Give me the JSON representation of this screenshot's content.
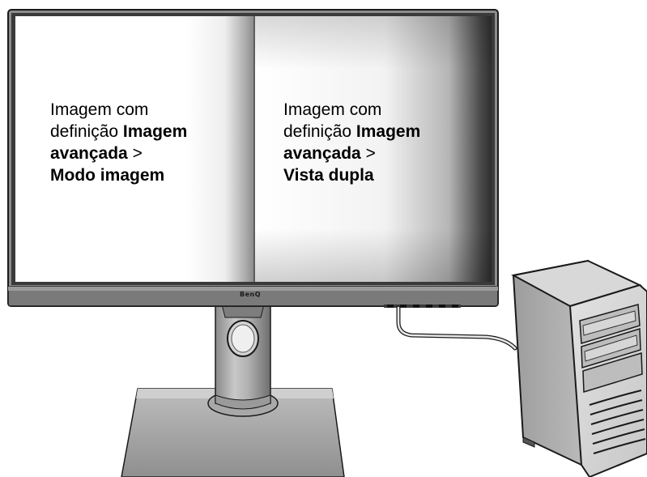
{
  "monitor": {
    "brand": "BenQ"
  },
  "left_panel": {
    "line1": "Imagem com",
    "line2_prefix": "definição ",
    "line2_bold": "Imagem",
    "line3_bold": "avançada",
    "line3_suffix": " >",
    "line4_bold": "Modo imagem"
  },
  "right_panel": {
    "line1": "Imagem com",
    "line2_prefix": "definição ",
    "line2_bold": "Imagem",
    "line3_bold": "avançada",
    "line3_suffix": " >",
    "line4_bold": "Vista dupla"
  },
  "icons": {
    "monitor": "monitor-icon",
    "stand": "monitor-stand-icon",
    "computer": "desktop-tower-icon",
    "cable": "cable-icon"
  }
}
